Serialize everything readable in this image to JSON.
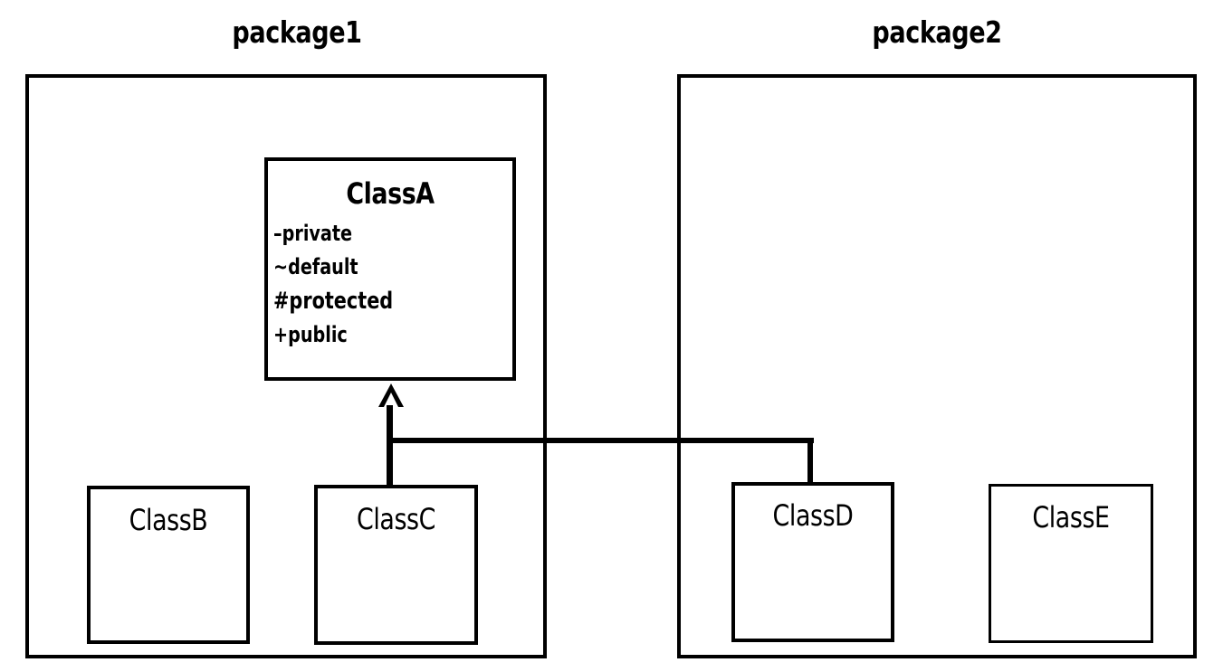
{
  "diagram": {
    "title": "UML package and class diagram",
    "colors": {
      "stroke": "#000000",
      "background": "#ffffff",
      "arrow_fill": "#ffffff"
    },
    "packages": [
      {
        "id": "package1",
        "label": "package1"
      },
      {
        "id": "package2",
        "label": "package2"
      }
    ],
    "classes": [
      {
        "id": "ClassA",
        "name": "ClassA",
        "package": "package1",
        "members": [
          {
            "visibility": "-",
            "name": "private",
            "text": "–private"
          },
          {
            "visibility": "~",
            "name": "default",
            "text": "~default"
          },
          {
            "visibility": "#",
            "name": "protected",
            "text": "#protected"
          },
          {
            "visibility": "+",
            "name": "public",
            "text": "+public"
          }
        ]
      },
      {
        "id": "ClassB",
        "name": "ClassB",
        "package": "package1",
        "members": []
      },
      {
        "id": "ClassC",
        "name": "ClassC",
        "package": "package1",
        "members": []
      },
      {
        "id": "ClassD",
        "name": "ClassD",
        "package": "package2",
        "members": []
      },
      {
        "id": "ClassE",
        "name": "ClassE",
        "package": "package2",
        "members": []
      }
    ],
    "relationships": [
      {
        "id": "rel-c-a",
        "type": "generalization",
        "from": "ClassC",
        "to": "ClassA",
        "arrowhead": "hollow-triangle"
      },
      {
        "id": "rel-d-a",
        "type": "association",
        "from": "ClassD",
        "to": "ClassA",
        "arrowhead": "none"
      }
    ]
  }
}
